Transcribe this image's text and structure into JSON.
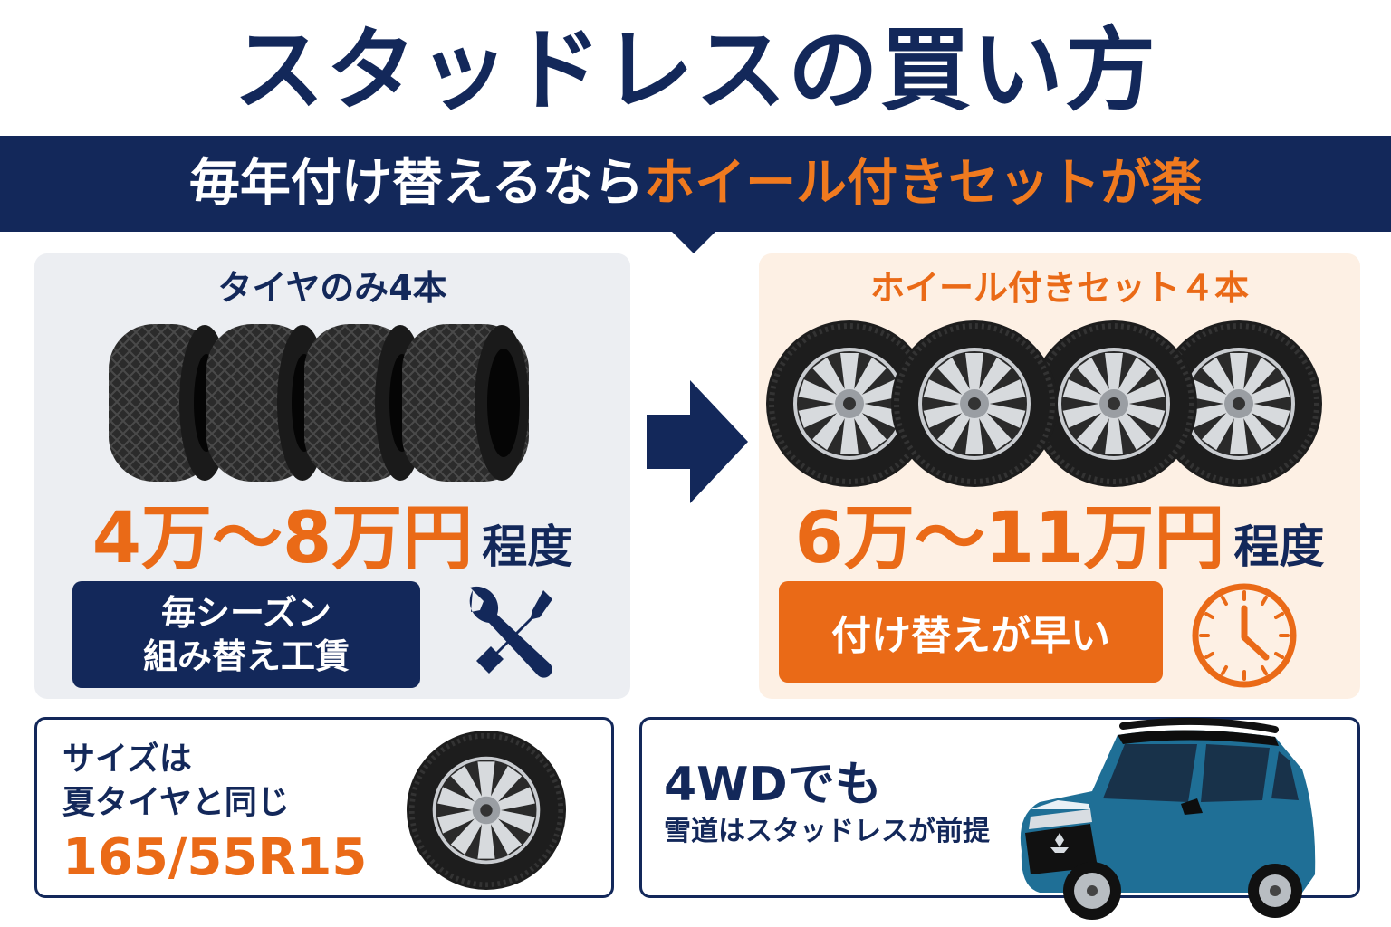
{
  "header": {
    "title": "スタッドレスの買い方",
    "banner_prefix": "毎年付け替えるなら",
    "banner_highlight": "ホイール付きセットが楽"
  },
  "left_panel": {
    "title": "タイヤのみ4本",
    "price_main": "4万〜8万円",
    "price_suffix": "程度",
    "tag_line1": "毎シーズン",
    "tag_line2": "組み替え工賃",
    "icon": "wrench-screwdriver-icon"
  },
  "right_panel": {
    "title": "ホイール付きセット４本",
    "price_main": "6万〜11万円",
    "price_suffix": "程度",
    "tag": "付け替えが早い",
    "icon": "clock-icon"
  },
  "size_card": {
    "line1": "サイズは",
    "line2": "夏タイヤと同じ",
    "size": "165/55R15"
  },
  "car_card": {
    "headline": "4WDでも",
    "sub": "雪道はスタッドレスが前提"
  },
  "colors": {
    "navy": "#13285a",
    "orange": "#ea6a17",
    "left_panel_bg": "#eceef2",
    "right_panel_bg": "#fdf0e4",
    "car_body": "#1f6f96"
  }
}
